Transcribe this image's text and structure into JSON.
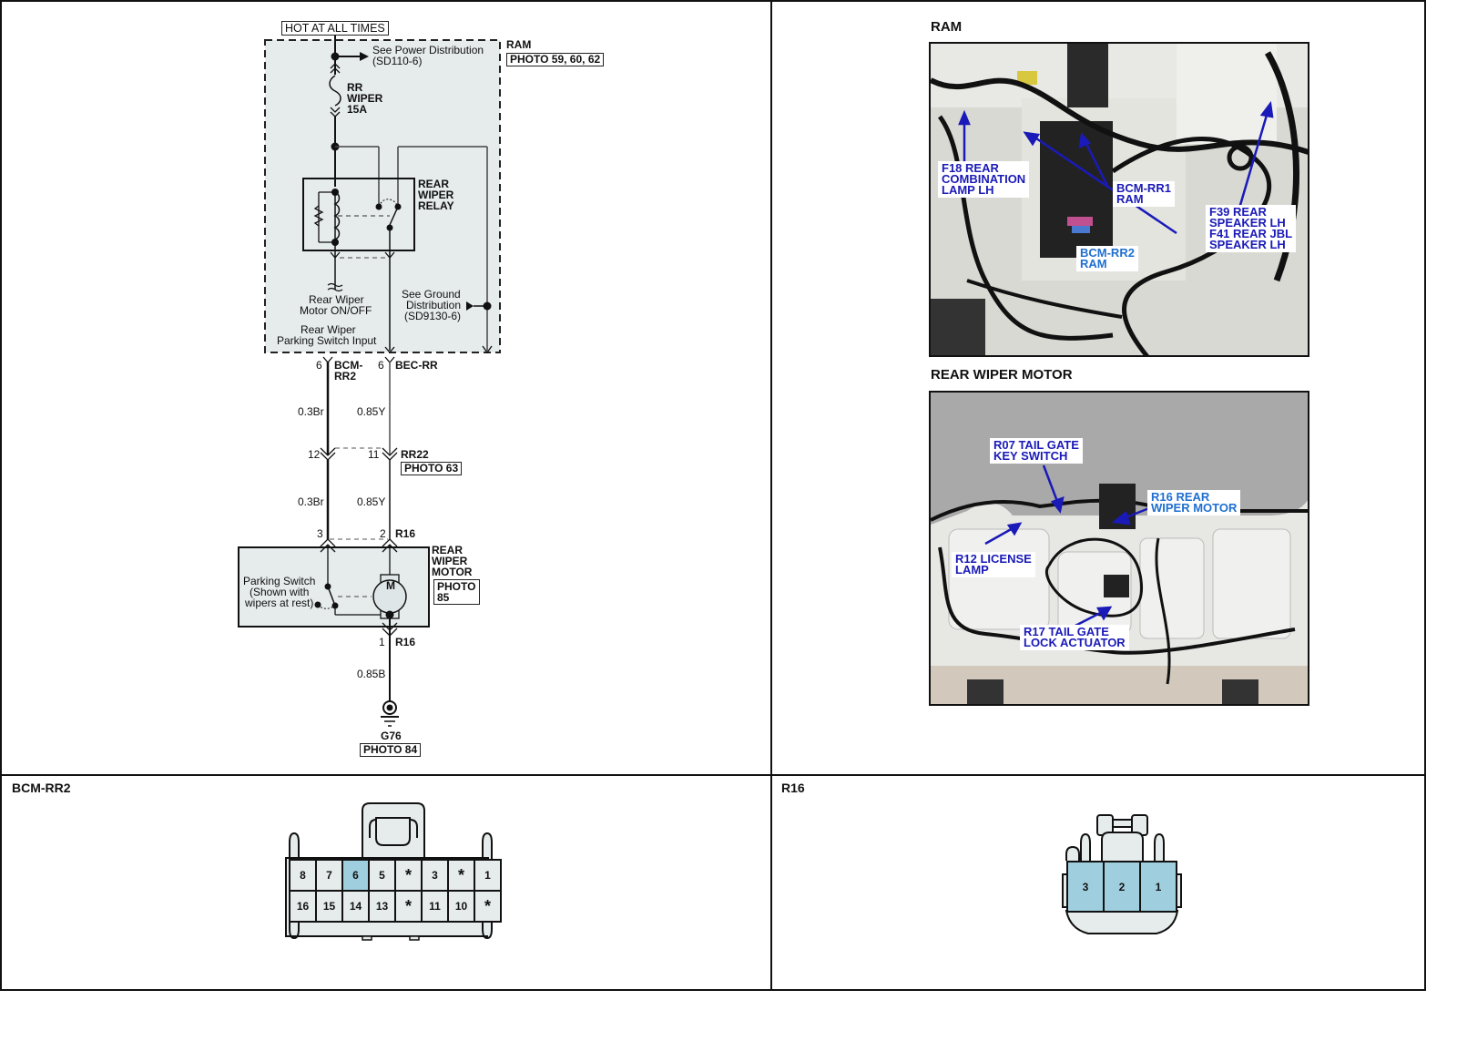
{
  "schematic": {
    "power_label": "HOT AT ALL TIMES",
    "module_name": "RAM",
    "module_photo": "PHOTO 59, 60, 62",
    "power_ref_line1": "See Power  Distribution",
    "power_ref_line2": "(SD110-6)",
    "fuse_line1": "RR",
    "fuse_line2": "WIPER",
    "fuse_line3": "15A",
    "relay_line1": "REAR",
    "relay_line2": "WIPER",
    "relay_line3": "RELAY",
    "motor_onoff_line1": "Rear Wiper",
    "motor_onoff_line2": "Motor ON/OFF",
    "ground_ref_line1": "See Ground",
    "ground_ref_line2": "Distribution",
    "ground_ref_line3": "(SD9130-6)",
    "parking_input_line1": "Rear Wiper",
    "parking_input_line2": "Parking Switch Input",
    "conn_left_pin": "6",
    "conn_left_name_line1": "BCM-",
    "conn_left_name_line2": "RR2",
    "conn_right_pin": "6",
    "conn_right_name": "BEC-RR",
    "wire_left_1": "0.3Br",
    "wire_right_1": "0.85Y",
    "rr22_left_pin": "12",
    "rr22_right_pin": "11",
    "rr22_name": "RR22",
    "rr22_photo": "PHOTO 63",
    "wire_left_2": "0.3Br",
    "wire_right_2": "0.85Y",
    "r16_left_pin": "3",
    "r16_right_pin": "2",
    "r16_name": "R16",
    "motor_line1": "REAR",
    "motor_line2": "WIPER",
    "motor_line3": "MOTOR",
    "motor_photo_line1": "PHOTO",
    "motor_photo_line2": "85",
    "motor_symbol": "M",
    "parking_line1": "Parking Switch",
    "parking_line2": "(Shown with",
    "parking_line3": "wipers at rest)",
    "r16_bottom_pin": "1",
    "r16_bottom_name": "R16",
    "wire_ground": "0.85B",
    "ground_name": "G76",
    "ground_photo": "PHOTO 84"
  },
  "photos": {
    "ram": {
      "title": "RAM",
      "callouts": [
        {
          "text": "F18 REAR\nCOMBINATION\nLAMP LH",
          "style": "dark"
        },
        {
          "text": "BCM-RR1\nRAM",
          "style": "dark"
        },
        {
          "text": "BCM-RR2\nRAM",
          "style": "light"
        },
        {
          "text": "F39 REAR\nSPEAKER LH\nF41 REAR JBL\nSPEAKER LH",
          "style": "dark"
        }
      ]
    },
    "motor": {
      "title": "REAR WIPER MOTOR",
      "callouts": [
        {
          "text": "R07 TAIL GATE\nKEY SWITCH",
          "style": "dark"
        },
        {
          "text": "R16 REAR\nWIPER MOTOR",
          "style": "light"
        },
        {
          "text": "R12 LICENSE\nLAMP",
          "style": "dark"
        },
        {
          "text": "R17 TAIL GATE\nLOCK ACTUATOR",
          "style": "dark"
        }
      ]
    }
  },
  "connectors": {
    "bcm_rr2": {
      "title": "BCM-RR2",
      "row1": [
        "8",
        "7",
        "6",
        "5",
        "*",
        "3",
        "*",
        "1"
      ],
      "row2": [
        "16",
        "15",
        "14",
        "13",
        "*",
        "11",
        "10",
        "*"
      ],
      "highlighted": [
        "6"
      ]
    },
    "r16": {
      "title": "R16",
      "pins": [
        "3",
        "2",
        "1"
      ],
      "highlighted": [
        "3",
        "2",
        "1"
      ]
    }
  },
  "colors": {
    "module_fill": "#e6ebec",
    "pin_highlight": "#9fcfdf",
    "callout_dark": "#1a1ab8",
    "callout_light": "#1f6fd0"
  }
}
